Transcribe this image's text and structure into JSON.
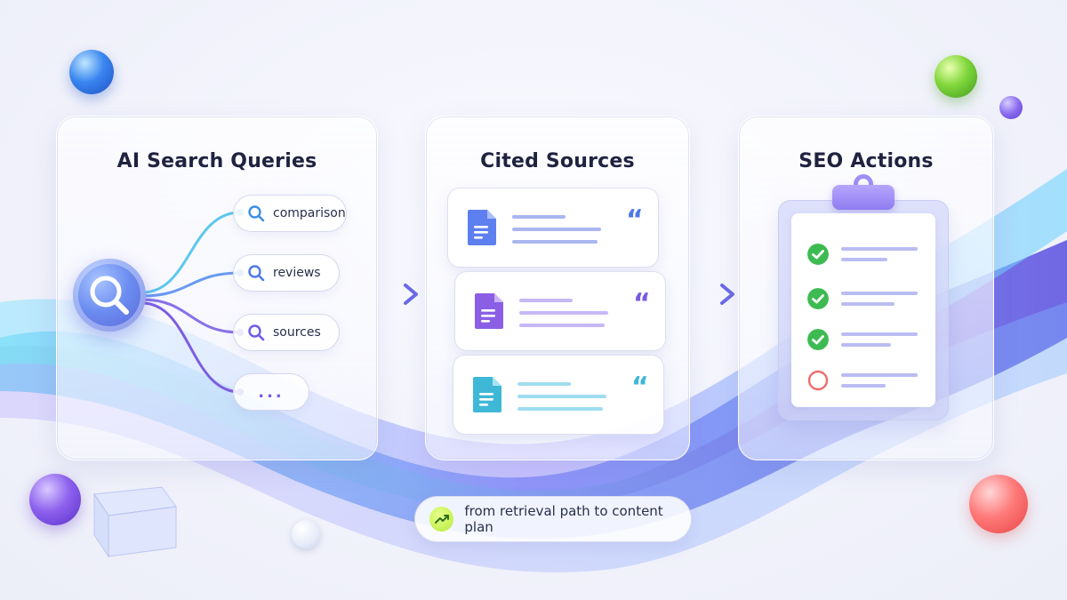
{
  "panels": {
    "queries": {
      "title": "AI Search Queries",
      "chips": [
        "comparison",
        "reviews",
        "sources",
        "..."
      ]
    },
    "sources": {
      "title": "Cited Sources",
      "quote_mark": "“"
    },
    "actions": {
      "title": "SEO Actions",
      "tasks": [
        {
          "status": "done"
        },
        {
          "status": "done"
        },
        {
          "status": "done"
        },
        {
          "status": "pending"
        }
      ]
    }
  },
  "tagline": "from retrieval path to content plan",
  "colors": {
    "title_text": "#1f2340",
    "accent_blue": "#4f7ae8",
    "accent_purple": "#7a5be0",
    "accent_teal": "#3fb8d8",
    "check_green": "#3dbb52",
    "pending_red": "#ef6c6c",
    "trend_lime": "#b8ea3c"
  },
  "icons": {
    "hub": "magnifier-icon",
    "chip": "search-icon",
    "card": "document-icon",
    "quote": "quote-icon",
    "task_done": "check-circle-icon",
    "task_pending": "empty-circle-icon",
    "tagline": "trend-up-icon",
    "connector": "arrow-right-icon"
  }
}
